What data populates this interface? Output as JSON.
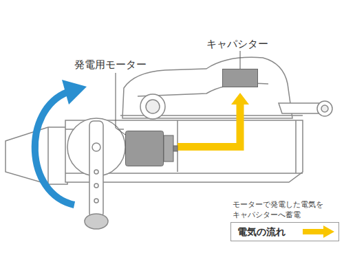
{
  "diagram": {
    "nodes": [
      {
        "text": [
          "キャパシター"
        ]
      },
      {
        "text": [
          "発電用モーター"
        ]
      }
    ],
    "edges": [
      {
        "from": 1,
        "to": 0,
        "arrow": "to"
      }
    ],
    "labels": [
      "モーターで発電した電気を キャパシターへ蓄電"
    ],
    "legend": [
      {
        "text": "電気の流れ"
      }
    ]
  }
}
